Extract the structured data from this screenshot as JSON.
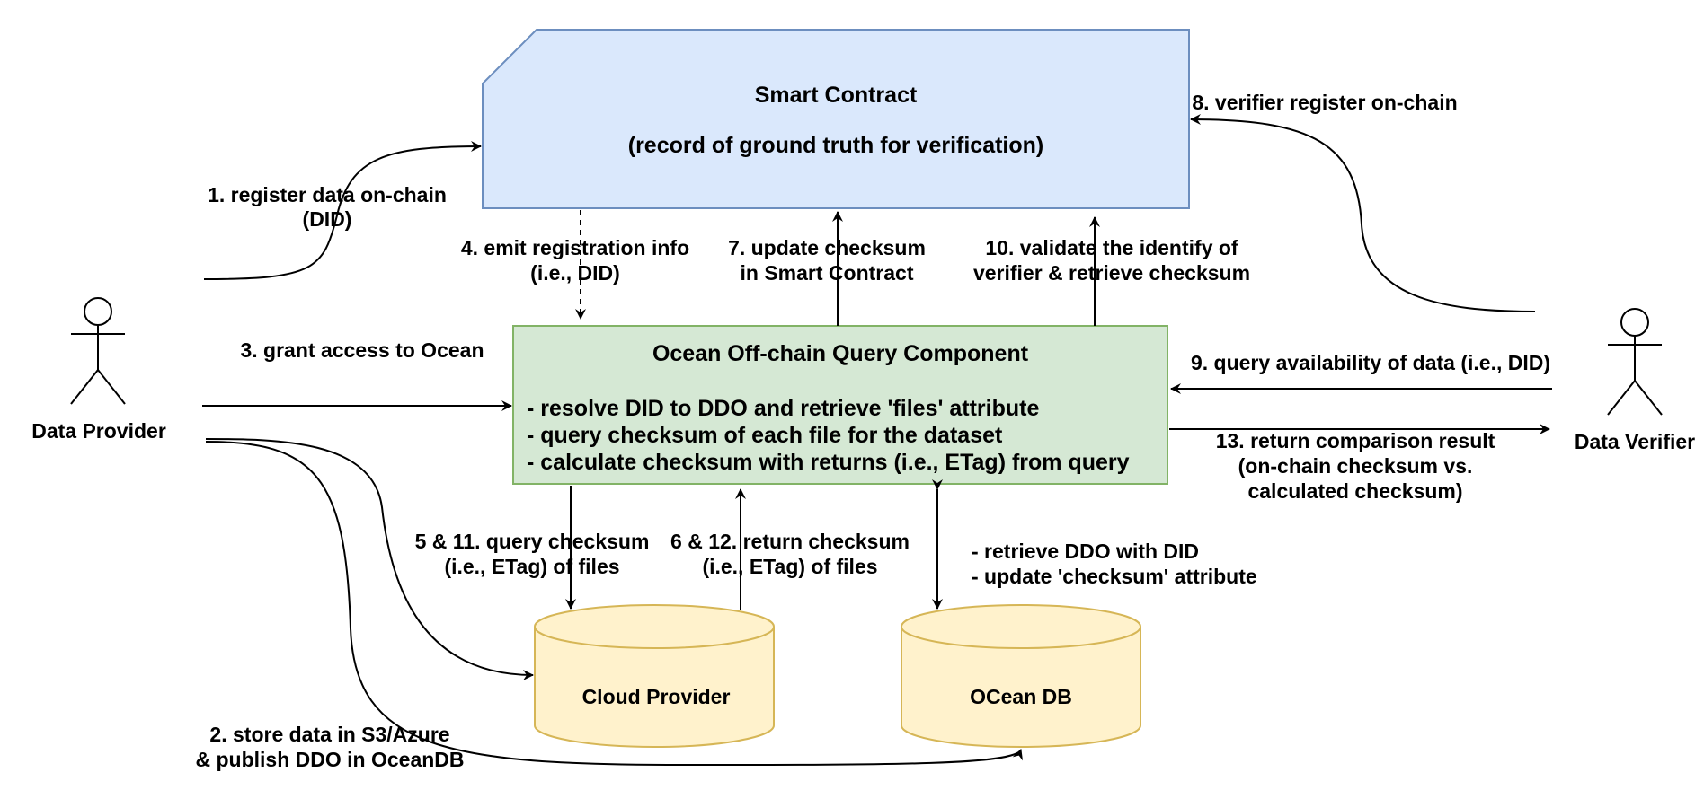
{
  "colors": {
    "smart_contract_fill": "#dae8fc",
    "smart_contract_stroke": "#6c8ebf",
    "query_component_fill": "#d5e8d4",
    "query_component_stroke": "#82b366",
    "database_fill": "#fff2cc",
    "database_stroke": "#d6b656",
    "edge": "#000000"
  },
  "nodes": {
    "smart_contract": {
      "title": "Smart Contract",
      "subtitle": "(record of ground truth for verification)"
    },
    "query_component": {
      "title": "Ocean Off-chain Query Component",
      "lines": [
        "- resolve DID to DDO and retrieve 'files' attribute",
        "- query checksum of each file for the dataset",
        "- calculate checksum with returns (i.e., ETag) from query"
      ]
    },
    "cloud_provider": {
      "label": "Cloud Provider"
    },
    "ocean_db": {
      "label": "OCean DB"
    },
    "data_provider": {
      "label": "Data Provider",
      "icon": "actor-icon"
    },
    "data_verifier": {
      "label": "Data Verifier",
      "icon": "actor-icon"
    }
  },
  "edges": {
    "e1": [
      "1. register data on-chain",
      "(DID)"
    ],
    "e2": [
      "2. store data in S3/Azure",
      "& publish DDO in OceanDB"
    ],
    "e3": [
      "3. grant access to Ocean"
    ],
    "e4": [
      "4. emit registration info",
      "(i.e., DID)"
    ],
    "e5": [
      "5 & 11. query checksum",
      "(i.e., ETag) of files"
    ],
    "e6": [
      "6 & 12. return checksum",
      "(i.e., ETag) of files"
    ],
    "e7": [
      "7. update checksum",
      "in Smart Contract"
    ],
    "e8": [
      "8. verifier register on-chain"
    ],
    "e9": [
      "9. query availability of data (i.e., DID)"
    ],
    "e10": [
      "10. validate the identify of",
      "verifier & retrieve checksum"
    ],
    "e13": [
      "13. return comparison result",
      "(on-chain checksum vs.",
      "calculated checksum)"
    ],
    "db_ops": [
      "- retrieve DDO with DID",
      "- update 'checksum' attribute"
    ]
  }
}
